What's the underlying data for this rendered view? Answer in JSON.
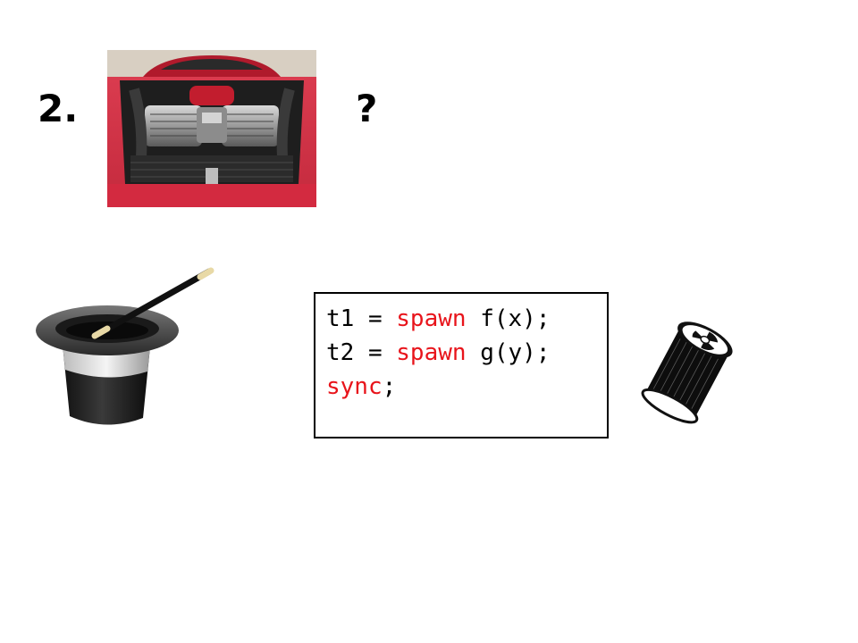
{
  "slide": {
    "number_label": "2.",
    "question_mark": "?"
  },
  "images": {
    "engine_photo": "engine-photo",
    "magic_hat": "magic-hat-with-wand-icon",
    "thread_spool": "thread-spool-icon"
  },
  "code": {
    "lines": [
      {
        "pre": "t1 = ",
        "keyword": "spawn",
        "post": " f(x);"
      },
      {
        "pre": "t2 = ",
        "keyword": "spawn",
        "post": " g(y);"
      },
      {
        "pre": "",
        "keyword": "sync",
        "post": ";"
      }
    ]
  },
  "colors": {
    "keyword": "#e8141b",
    "text": "#000000",
    "background": "#ffffff"
  }
}
